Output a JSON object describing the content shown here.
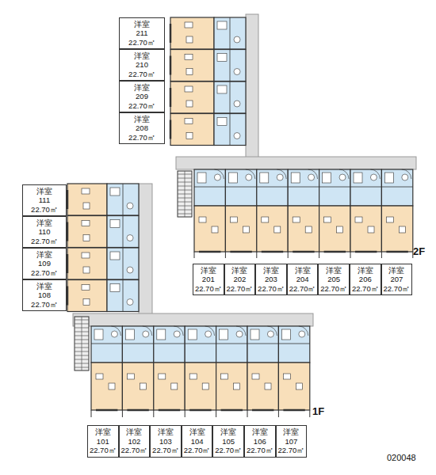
{
  "diagram": {
    "nodes": [
      {
        "text": [
          "洋室",
          "211",
          "22.70㎡"
        ]
      },
      {
        "text": [
          "洋室",
          "210",
          "22.70㎡"
        ]
      },
      {
        "text": [
          "洋室",
          "209",
          "22.70㎡"
        ]
      },
      {
        "text": [
          "洋室",
          "208",
          "22.70㎡"
        ]
      },
      {
        "text": [
          "洋室",
          "201",
          "22.70㎡"
        ]
      },
      {
        "text": [
          "洋室",
          "202",
          "22.70㎡"
        ]
      },
      {
        "text": [
          "洋室",
          "203",
          "22.70㎡"
        ]
      },
      {
        "text": [
          "洋室",
          "204",
          "22.70㎡"
        ]
      },
      {
        "text": [
          "洋室",
          "205",
          "22.70㎡"
        ]
      },
      {
        "text": [
          "洋室",
          "206",
          "22.70㎡"
        ]
      },
      {
        "text": [
          "洋室",
          "207",
          "22.70㎡"
        ]
      },
      {
        "text": [
          "洋室",
          "111",
          "22.70㎡"
        ]
      },
      {
        "text": [
          "洋室",
          "110",
          "22.70㎡"
        ]
      },
      {
        "text": [
          "洋室",
          "109",
          "22.70㎡"
        ]
      },
      {
        "text": [
          "洋室",
          "108",
          "22.70㎡"
        ]
      },
      {
        "text": [
          "洋室",
          "101",
          "22.70㎡"
        ]
      },
      {
        "text": [
          "洋室",
          "102",
          "22.70㎡"
        ]
      },
      {
        "text": [
          "洋室",
          "103",
          "22.70㎡"
        ]
      },
      {
        "text": [
          "洋室",
          "104",
          "22.70㎡"
        ]
      },
      {
        "text": [
          "洋室",
          "105",
          "22.70㎡"
        ]
      },
      {
        "text": [
          "洋室",
          "106",
          "22.70㎡"
        ]
      },
      {
        "text": [
          "洋室",
          "107",
          "22.70㎡"
        ]
      }
    ],
    "labels": [
      "2F",
      "1F",
      "020048"
    ]
  }
}
